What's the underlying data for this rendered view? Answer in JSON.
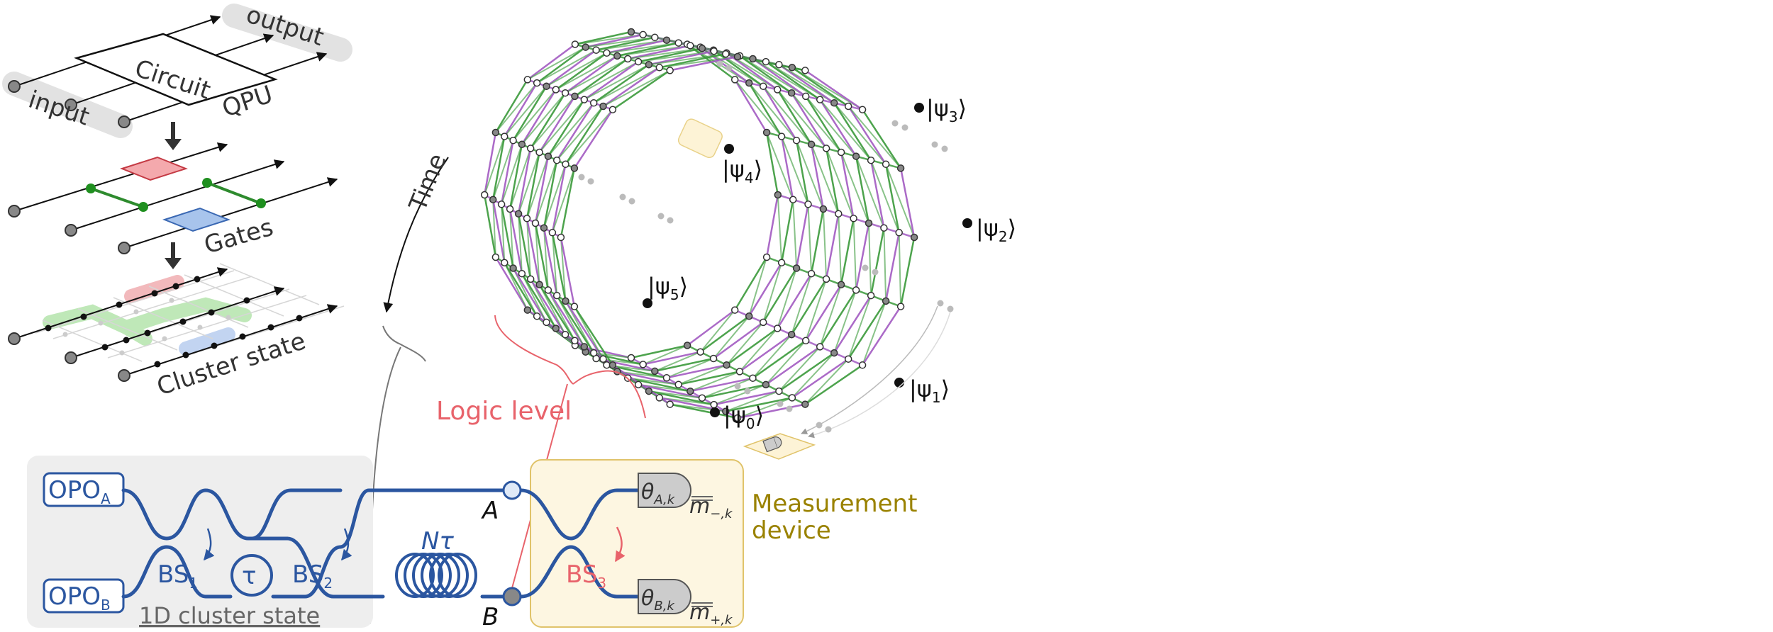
{
  "colors": {
    "blue": "#2b56a0",
    "green": "#3a9a3a",
    "purple": "#a25ac2",
    "red": "#e8636b",
    "gold": "#c9a227",
    "gray_panel": "#eeeeee",
    "meas_fill": "#fdf6e1"
  },
  "left_panel": {
    "output": "output",
    "input": "input",
    "circuit": "Circuit",
    "qpu": "QPU",
    "gates": "Gates",
    "cluster_state": "Cluster state"
  },
  "center": {
    "time": "Time",
    "logic_level": "Logic level"
  },
  "states": [
    {
      "base": "|ψ",
      "sub": "3",
      "close": "⟩"
    },
    {
      "base": "|ψ",
      "sub": "4",
      "close": "⟩"
    },
    {
      "base": "|ψ",
      "sub": "2",
      "close": "⟩"
    },
    {
      "base": "|ψ",
      "sub": "5",
      "close": "⟩"
    },
    {
      "base": "|ψ",
      "sub": "1",
      "close": "⟩"
    },
    {
      "base": "|ψ",
      "sub": "0",
      "close": "⟩"
    }
  ],
  "optics": {
    "opo_a": {
      "base": "OPO",
      "sub": "A"
    },
    "opo_b": {
      "base": "OPO",
      "sub": "B"
    },
    "bs1": {
      "base": "BS",
      "sub": "1"
    },
    "bs2": {
      "base": "BS",
      "sub": "2"
    },
    "bs3": {
      "base": "BS",
      "sub": "3"
    },
    "tau": "τ",
    "delay": "Nτ",
    "mode_a": "A",
    "mode_b": "B",
    "cluster_1d": "1D cluster state",
    "theta_a": {
      "base": "θ",
      "sub": "A,k"
    },
    "theta_b": {
      "base": "θ",
      "sub": "B,k"
    },
    "m_minus": {
      "base": "m",
      "sub": "−,k"
    },
    "m_plus": {
      "base": "m",
      "sub": "+,k"
    },
    "measurement_line1": "Measurement",
    "measurement_line2": "device"
  }
}
